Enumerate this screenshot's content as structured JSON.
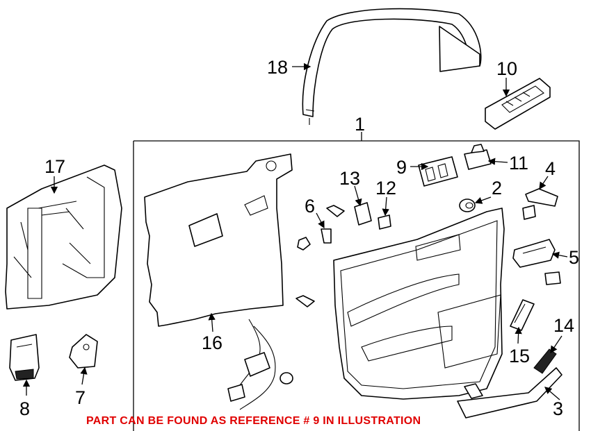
{
  "callouts": {
    "c1": "1",
    "c2": "2",
    "c3": "3",
    "c4": "4",
    "c5": "5",
    "c6": "6",
    "c7": "7",
    "c8": "8",
    "c9": "9",
    "c10": "10",
    "c11": "11",
    "c12": "12",
    "c13": "13",
    "c14": "14",
    "c15": "15",
    "c16": "16",
    "c17": "17",
    "c18": "18"
  },
  "note": "PART CAN BE FOUND AS REFERENCE # 9 IN ILLUSTRATION",
  "colors": {
    "note": "#e00000",
    "line": "#000000",
    "background": "#ffffff"
  }
}
